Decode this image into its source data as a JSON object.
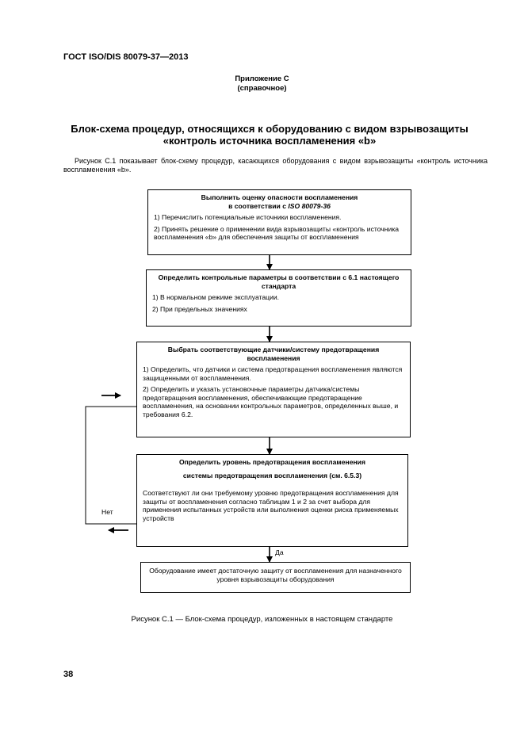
{
  "header": "ГОСТ ISO/DIS 80079-37—2013",
  "annex": {
    "title": "Приложение С",
    "subtitle": "(справочное)"
  },
  "section_title": "Блок-схема процедур, относящихся к оборудованию с видом взрывозащиты «контроль источника воспламенения «b»",
  "intro": "Рисунок С.1 показывает блок-схему процедур, касающихся оборудования с видом взрывозащиты «контроль источника воспламенения «b».",
  "flow": {
    "box1": {
      "title_line1": "Выполнить оценку опасности воспламенения",
      "title_line2_prefix": "в соответствии с ",
      "title_line2_ref": "ISO 80079-36",
      "item1": "1) Перечислить потенциальные источники воспламенения.",
      "item2": "2) Принять решение о применении вида взрывозащиты «контроль источника воспламенения «b» для обеспечения защиты от воспламенения"
    },
    "box2": {
      "title": "Определить контрольные параметры в соответствии с 6.1 настоящего стандарта",
      "item1": "1) В нормальном режиме эксплуатации.",
      "item2": "2) При предельных значениях"
    },
    "box3": {
      "title": "Выбрать соответствующие датчики/систему предотвращения воспламенения",
      "item1": "1) Определить, что датчики и система предотвращения воспламенения являются защищенными от воспламенения.",
      "item2": "2) Определить и указать установочные параметры датчика/системы предотвращения воспламенения, обеспечивающие предотвращение воспламенения, на основании контрольных параметров, определенных выше, и требования 6.2."
    },
    "box4": {
      "title_line1": "Определить уровень предотвращения воспламенения",
      "title_line2": "системы предотвращения воспламенения (см. 6.5.3)",
      "question": "Соответствуют ли они требуемому уровню предотвращения воспламенения для защиты от воспламенения согласно таблицам 1 и 2 за счет выбора для применения испытанных устройств или выполнения оценки риска применяемых устройств"
    },
    "box5": {
      "text": "Оборудование имеет достаточную защиту от воспламенения для назначенного уровня взрывозащиты оборудования"
    },
    "label_no": "Нет",
    "label_yes": "Да"
  },
  "caption": "Рисунок С.1 — Блок-схема процедур, изложенных в настоящем стандарте",
  "page_number": "38"
}
